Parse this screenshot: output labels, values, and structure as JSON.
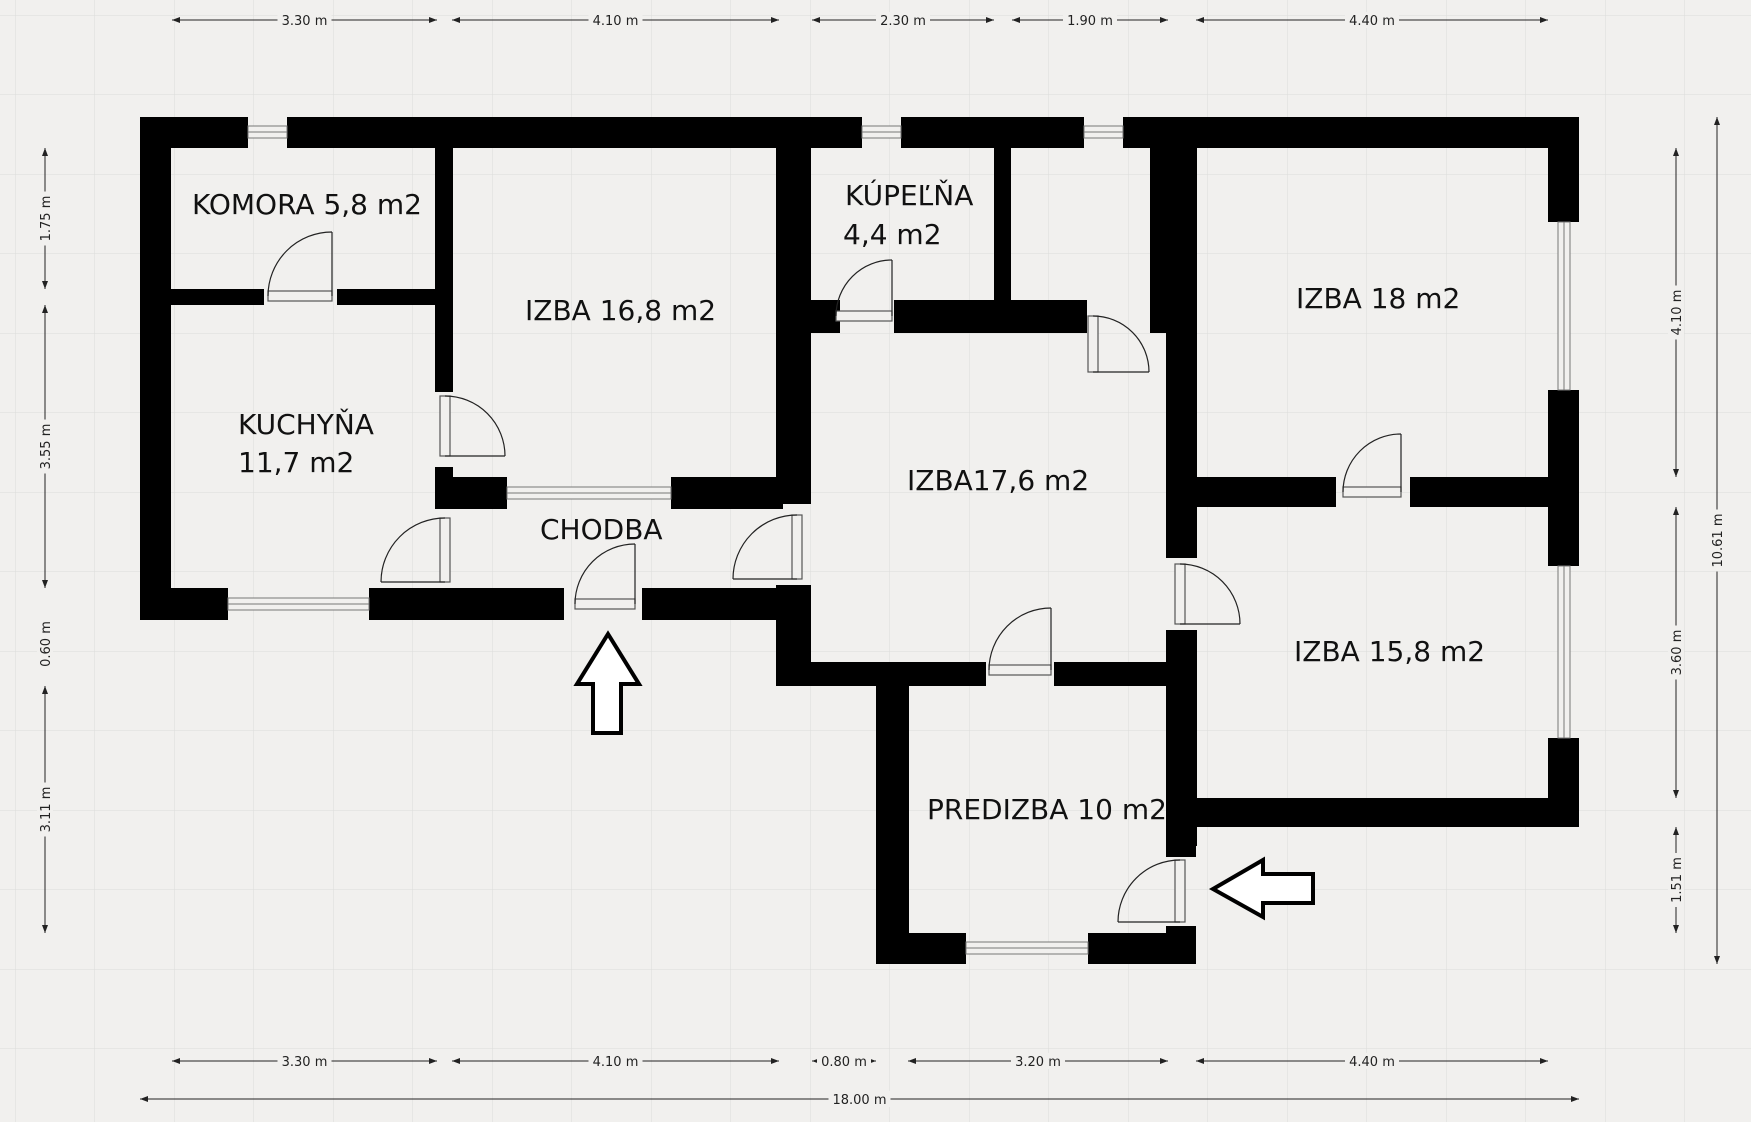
{
  "background_color": "#f1f0ee",
  "wall_color": "#000000",
  "rooms": [
    {
      "id": "komora",
      "lines": [
        "KOMORA 5,8 m2"
      ]
    },
    {
      "id": "izba-16-8",
      "lines": [
        "IZBA 16,8 m2"
      ]
    },
    {
      "id": "kupelna",
      "lines": [
        "KÚPEĽŇA",
        "4,4 m2"
      ]
    },
    {
      "id": "izba-18",
      "lines": [
        "IZBA 18 m2"
      ]
    },
    {
      "id": "kuchyna",
      "lines": [
        "KUCHYŇA",
        "11,7 m2"
      ]
    },
    {
      "id": "izba-17-6",
      "lines": [
        "IZBA17,6 m2"
      ]
    },
    {
      "id": "chodba",
      "lines": [
        "CHODBA"
      ]
    },
    {
      "id": "izba-15-8",
      "lines": [
        "IZBA 15,8 m2"
      ]
    },
    {
      "id": "predizba",
      "lines": [
        "PREDIZBA 10 m2"
      ]
    }
  ],
  "dimensions": {
    "top": [
      "3.30 m",
      "4.10 m",
      "2.30 m",
      "1.90 m",
      "4.40 m"
    ],
    "bottom": [
      "3.30 m",
      "4.10 m",
      "0.80 m",
      "3.20 m",
      "4.40 m"
    ],
    "bottom_total": "18.00 m",
    "left": [
      "1.75 m",
      "3.55 m",
      "0.60 m",
      "3.11 m"
    ],
    "right": [
      "4.10 m",
      "3.60 m",
      "1.51 m"
    ],
    "right_total": "10.61 m"
  },
  "entrance_arrows": [
    "entrance-arrow-up",
    "entrance-arrow-left"
  ]
}
